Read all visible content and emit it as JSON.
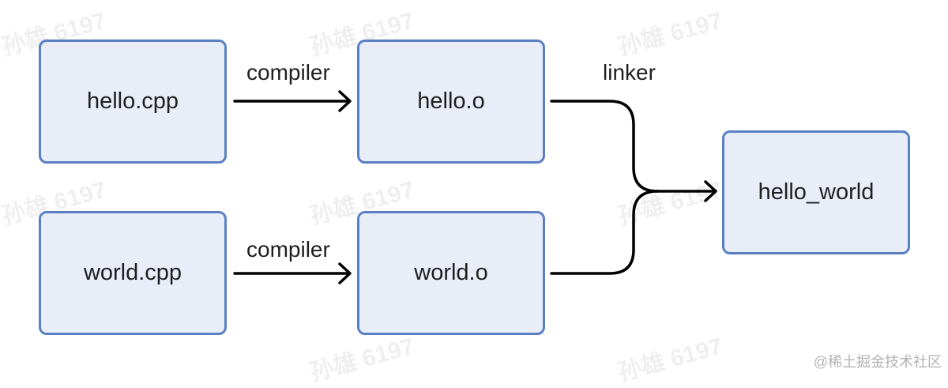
{
  "nodes": {
    "hello_cpp": "hello.cpp",
    "world_cpp": "world.cpp",
    "hello_o": "hello.o",
    "world_o": "world.o",
    "hello_world": "hello_world"
  },
  "edges": {
    "compile_hello": "compiler",
    "compile_world": "compiler",
    "link": "linker"
  },
  "watermark": "孙雄 6197",
  "corner_mark": "@稀土掘金技术社区",
  "colors": {
    "node_fill": "#e8edf8",
    "node_border": "#5b7fc5",
    "arrow": "#000000"
  }
}
